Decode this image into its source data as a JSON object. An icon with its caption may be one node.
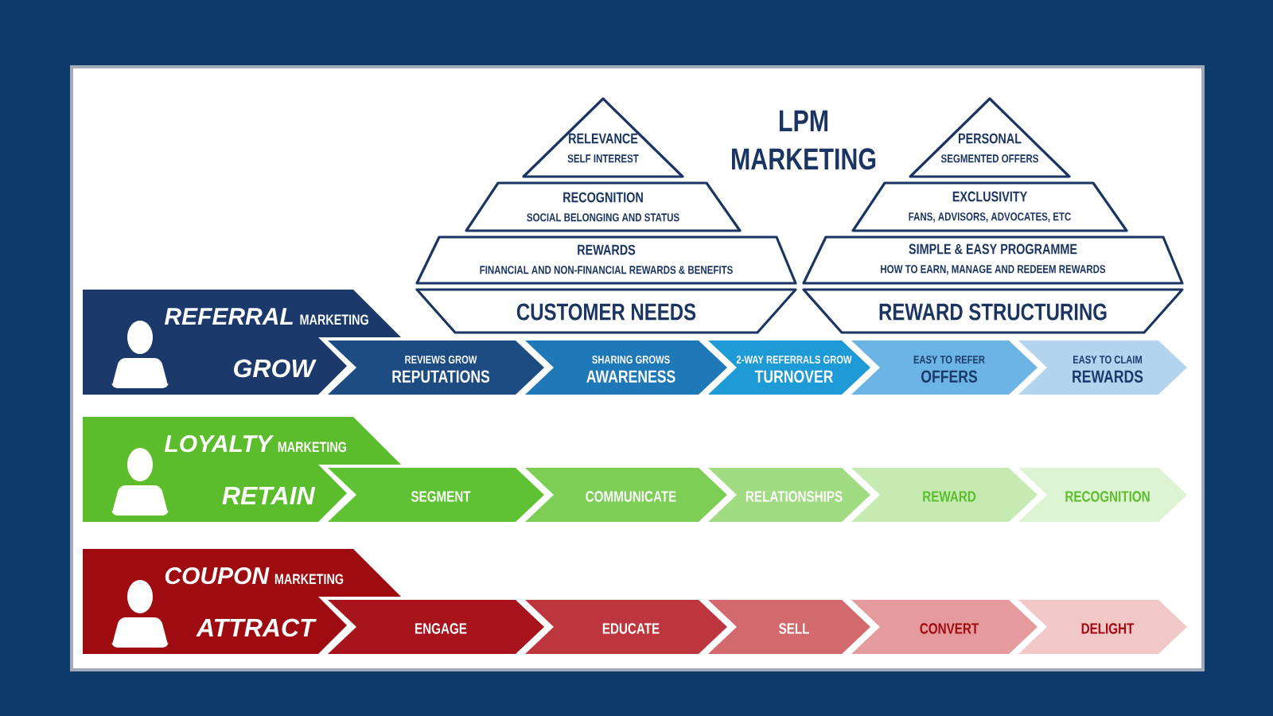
{
  "diagram": {
    "title": "LPM MARKETING",
    "nodes": [
      {
        "text": [
          "RELEVANCE",
          "SELF INTEREST"
        ]
      },
      {
        "text": [
          "RECOGNITION",
          "SOCIAL BELONGING AND STATUS"
        ]
      },
      {
        "text": [
          "REWARDS",
          "FINANCIAL AND NON-FINANCIAL REWARDS & BENEFITS"
        ]
      },
      {
        "text": [
          "CUSTOMER NEEDS"
        ]
      },
      {
        "text": [
          "PERSONAL",
          "SEGMENTED OFFERS"
        ]
      },
      {
        "text": [
          "EXCLUSIVITY",
          "FANS, ADVISORS, ADVOCATES, ETC"
        ]
      },
      {
        "text": [
          "SIMPLE & EASY PROGRAMME",
          "HOW TO EARN, MANAGE AND REDEEM REWARDS"
        ]
      },
      {
        "text": [
          "REWARD STRUCTURING"
        ]
      },
      {
        "text": [
          "REFERRAL",
          "MARKETING",
          "GROW"
        ]
      },
      {
        "text": [
          "REVIEWS GROW",
          "REPUTATIONS"
        ]
      },
      {
        "text": [
          "SHARING GROWS",
          "AWARENESS"
        ]
      },
      {
        "text": [
          "2-WAY REFERRALS GROW",
          "TURNOVER"
        ]
      },
      {
        "text": [
          "EASY TO REFER",
          "OFFERS"
        ]
      },
      {
        "text": [
          "EASY TO CLAIM",
          "REWARDS"
        ]
      },
      {
        "text": [
          "LOYALTY",
          "MARKETING",
          "RETAIN"
        ]
      },
      {
        "text": [
          "SEGMENT"
        ]
      },
      {
        "text": [
          "COMMUNICATE"
        ]
      },
      {
        "text": [
          "RELATIONSHIPS"
        ]
      },
      {
        "text": [
          "REWARD"
        ]
      },
      {
        "text": [
          "RECOGNITION"
        ]
      },
      {
        "text": [
          "COUPON",
          "MARKETING",
          "ATTRACT"
        ]
      },
      {
        "text": [
          "ENGAGE"
        ]
      },
      {
        "text": [
          "EDUCATE"
        ]
      },
      {
        "text": [
          "SELL"
        ]
      },
      {
        "text": [
          "CONVERT"
        ]
      },
      {
        "text": [
          "DELIGHT"
        ]
      }
    ]
  }
}
